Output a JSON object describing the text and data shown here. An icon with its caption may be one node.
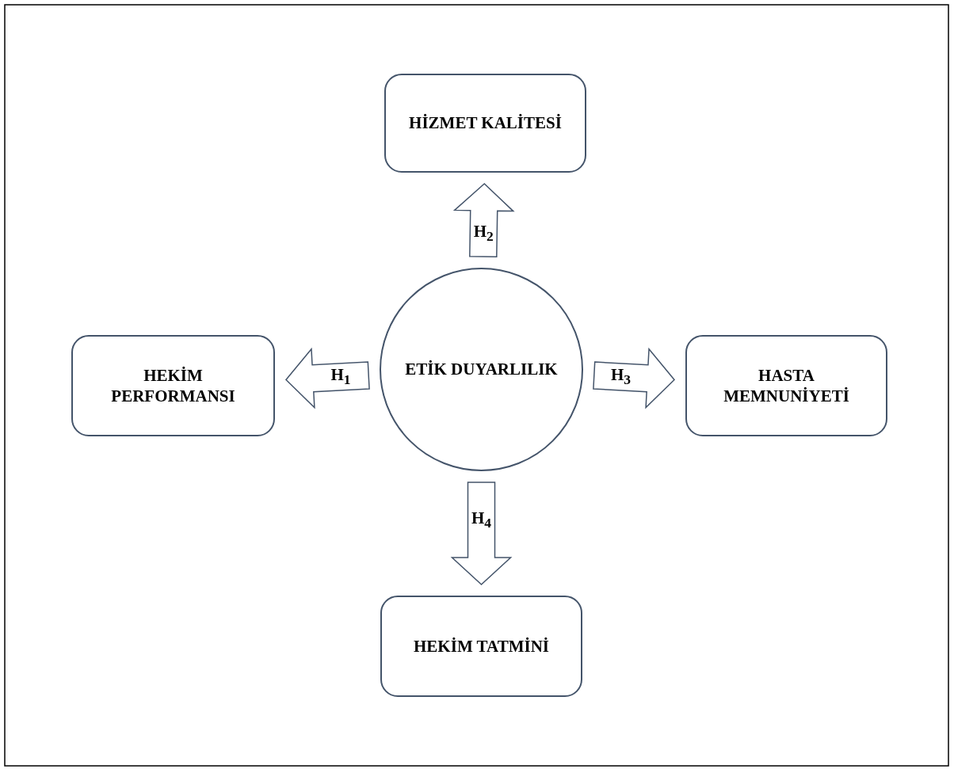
{
  "diagram": {
    "nodes": [
      {
        "text": [
          "HİZMET KALİTESİ"
        ]
      },
      {
        "text": [
          "HEKİM PERFORMANSI"
        ]
      },
      {
        "text": [
          "ETİK DUYARLILIK"
        ]
      },
      {
        "text": [
          "HASTA MEMNUNİYETİ"
        ]
      },
      {
        "text": [
          "HEKİM TATMİNİ"
        ]
      }
    ],
    "edges": [
      {
        "from": 2,
        "to": 1,
        "arrow": "to",
        "label": "H$_{1}$"
      },
      {
        "from": 2,
        "to": 0,
        "arrow": "to",
        "label": "H$_{2}$"
      },
      {
        "from": 2,
        "to": 3,
        "arrow": "to",
        "label": "H$_{3}$"
      },
      {
        "from": 2,
        "to": 4,
        "arrow": "to",
        "label": "H$_{4}$"
      }
    ]
  }
}
